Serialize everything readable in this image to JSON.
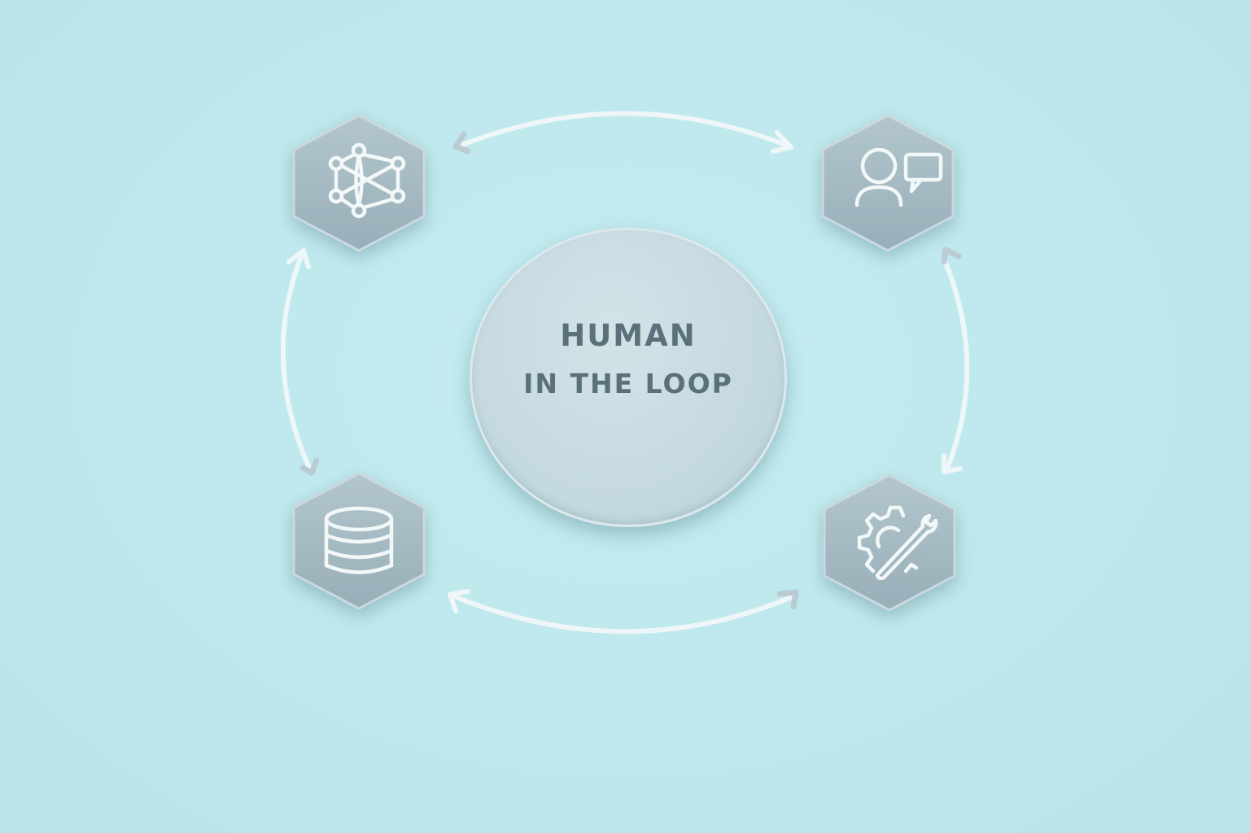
{
  "diagram": {
    "title_line1": "HUMAN",
    "title_line2": "IN THE LOOP",
    "colors": {
      "background": "#bfe9ee",
      "hex_fill": "#9fb5bf",
      "hex_border": "#c9d7dc",
      "icon_stroke": "#f2f7f8",
      "center_text": "#5a717c",
      "arrow": "#eef6f8",
      "arrow_head_shadow": "#b9c8cf"
    },
    "nodes": [
      {
        "id": "top-left",
        "icon": "neural-network-icon"
      },
      {
        "id": "top-right",
        "icon": "person-chat-icon"
      },
      {
        "id": "bottom-left",
        "icon": "database-icon"
      },
      {
        "id": "bottom-right",
        "icon": "gear-wrench-icon"
      }
    ],
    "connections": [
      {
        "from": "top-left",
        "to": "top-right",
        "bidirectional": true
      },
      {
        "from": "top-right",
        "to": "bottom-right",
        "bidirectional": true
      },
      {
        "from": "bottom-right",
        "to": "bottom-left",
        "bidirectional": true
      },
      {
        "from": "bottom-left",
        "to": "top-left",
        "bidirectional": true
      }
    ]
  }
}
